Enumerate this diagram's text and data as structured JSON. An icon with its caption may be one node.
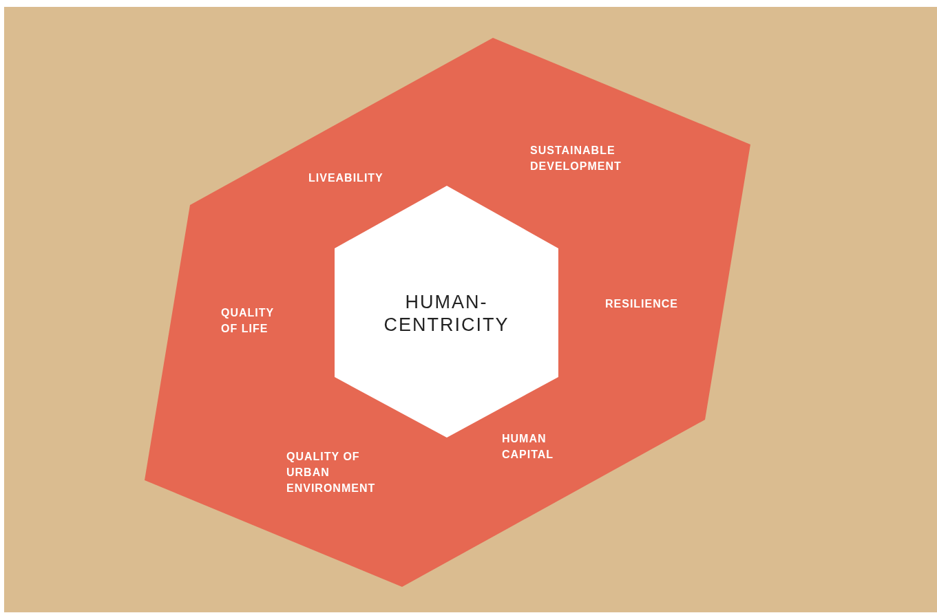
{
  "diagram": {
    "nodes": [
      {
        "text": [
          "SUSTAINABLE DEVELOPMENT",
          "LIVEABILITY",
          "RESILIENCE",
          "QUALITY OF LIFE",
          "HUMAN CAPITAL",
          "QUALITY OF URBAN ENVIRONMENT"
        ]
      },
      {
        "text": [
          "HUMAN-CENTRICITY"
        ],
        "in": 0
      }
    ]
  }
}
